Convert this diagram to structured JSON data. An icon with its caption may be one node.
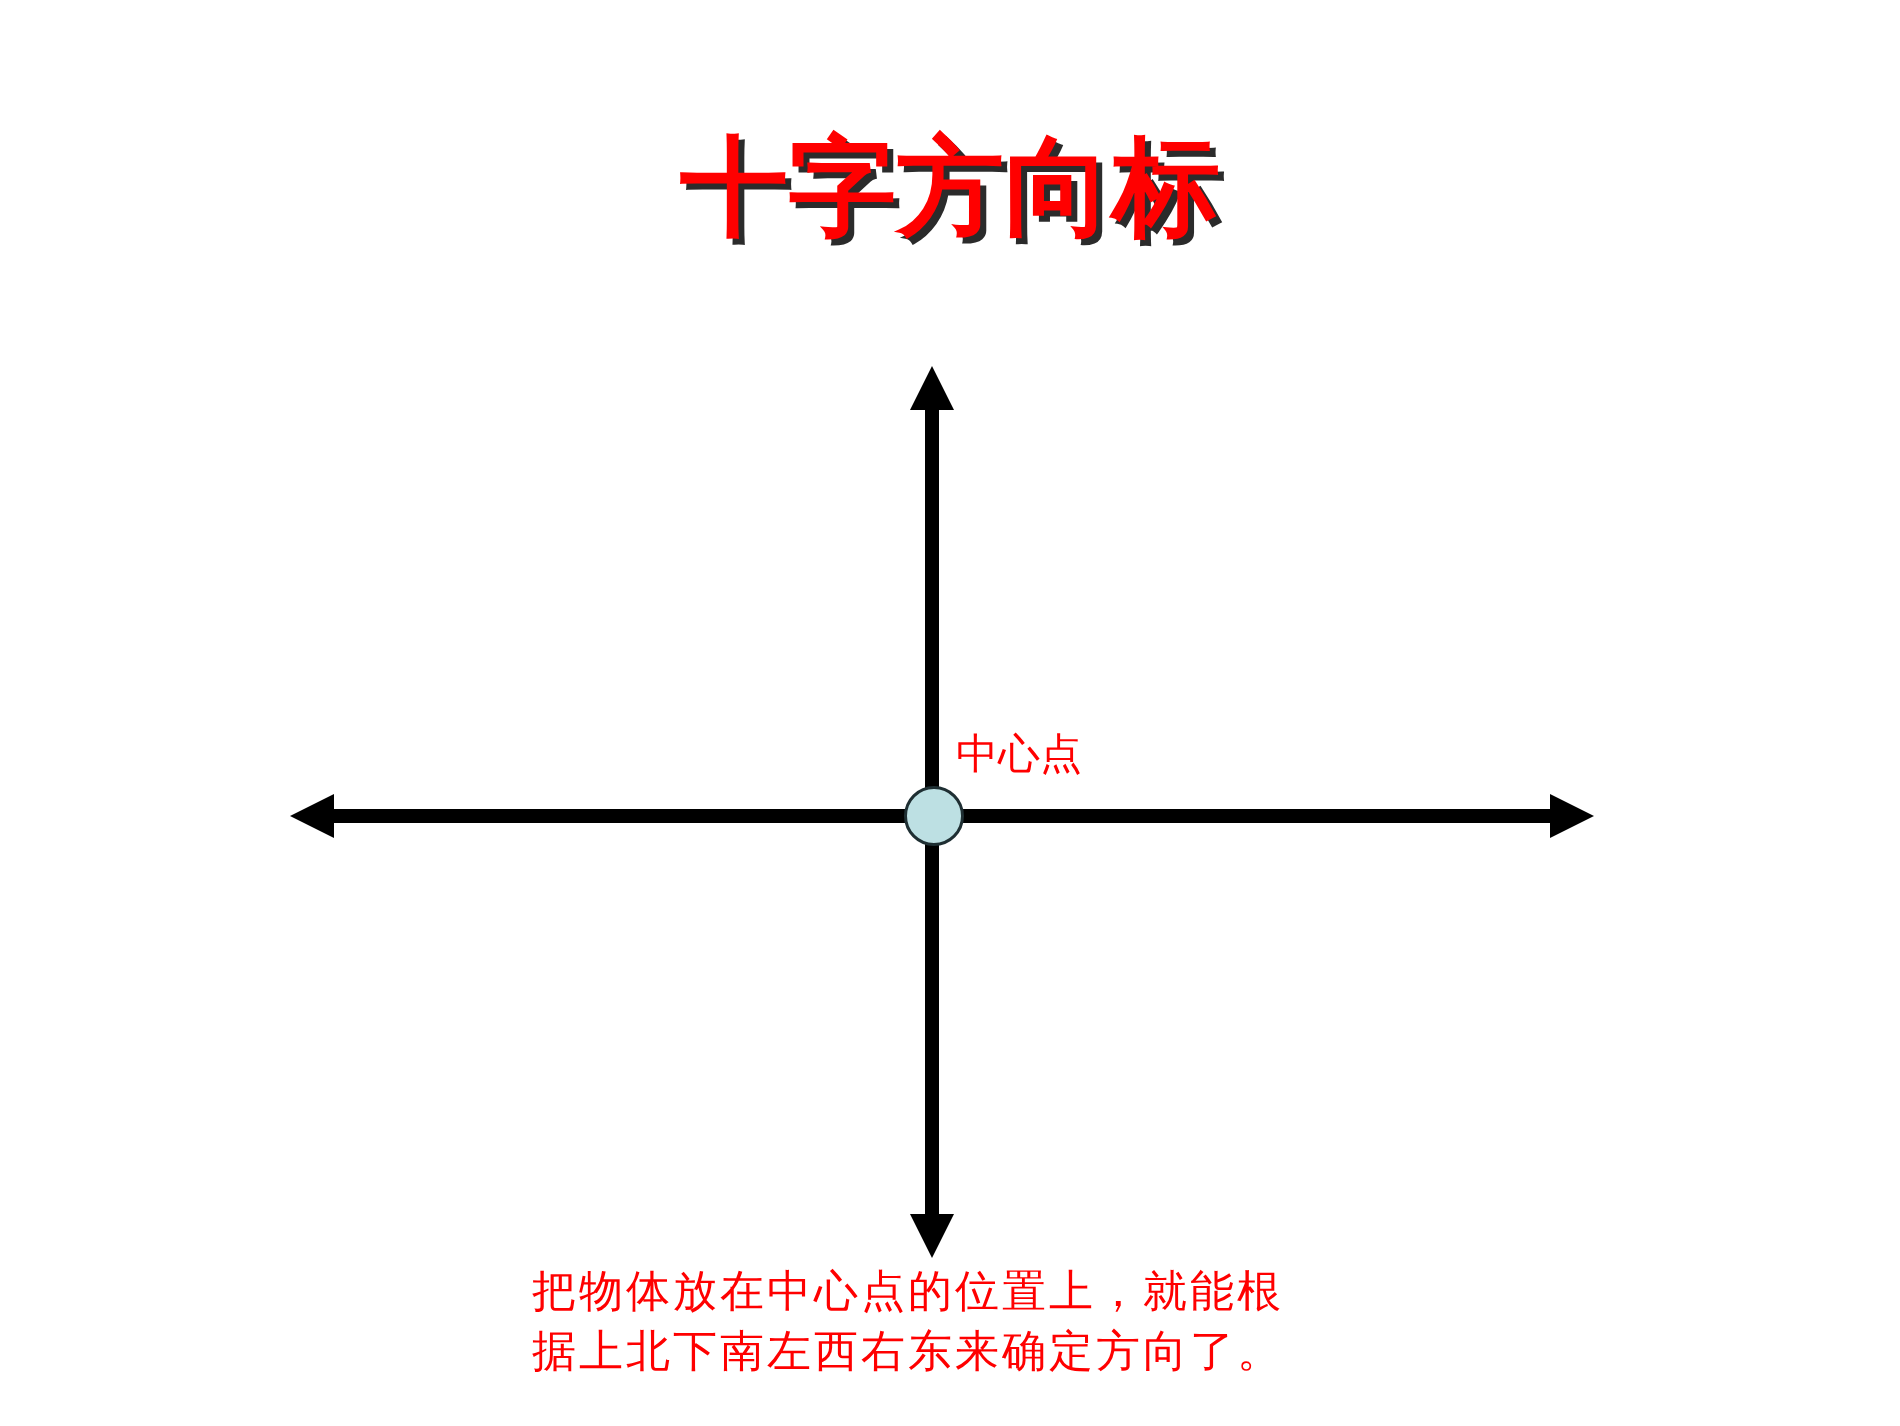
{
  "diagram": {
    "title": "十字方向标",
    "nodes": [
      {
        "text": [],
        "shape": "circle",
        "beside": [
          "中心点"
        ]
      }
    ],
    "labels": [
      "把物体放在中心点的位置上，就能根据上北下南左西右东来确定方向了。"
    ]
  }
}
